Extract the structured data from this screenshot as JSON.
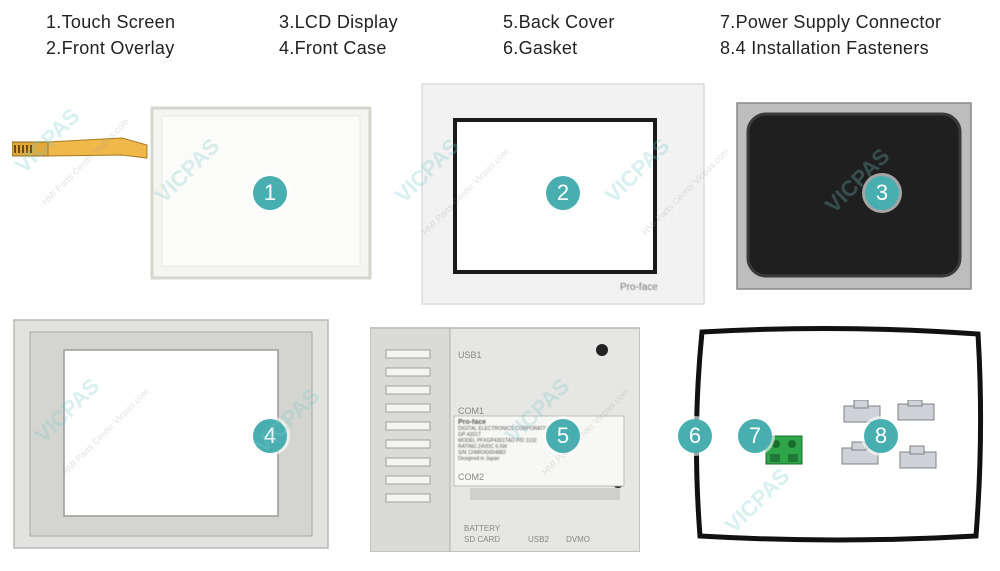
{
  "legend": [
    {
      "text": "1.Touch Screen"
    },
    {
      "text": "2.Front Overlay"
    },
    {
      "text": "3.LCD Display"
    },
    {
      "text": "4.Front Case"
    },
    {
      "text": "5.Back Cover"
    },
    {
      "text": "6.Gasket"
    },
    {
      "text": "7.Power Supply Connector"
    },
    {
      "text": "8.4 Installation Fasteners"
    }
  ],
  "badges": [
    "1",
    "2",
    "3",
    "4",
    "5",
    "6",
    "7",
    "8"
  ],
  "watermark": {
    "brand": "VICPAS",
    "tagline": "HMI Parts Center  Vicpas.com"
  },
  "overlay": {
    "logo": "Pro-face"
  },
  "back_cover": {
    "ports": [
      "USB1",
      "COM1",
      "COM2",
      "BATTERY",
      "SD CARD",
      "USB2",
      "DVMO"
    ],
    "label_brand": "Pro-face",
    "label_lines": [
      "DIGITAL ELECTRONICS CORPORATION",
      "GP-4301T",
      "MODEL PFXGP4301TAD  P/D 1102",
      "RATING 24VDC 6.5W",
      "S/N 1248R3G004882",
      "Designed in Japan"
    ]
  }
}
